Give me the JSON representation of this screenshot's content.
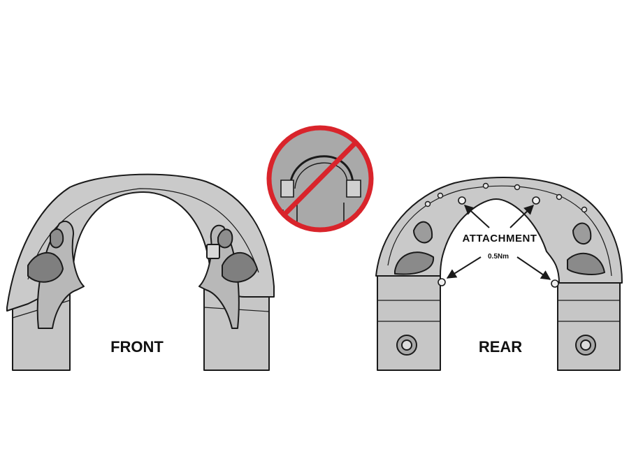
{
  "labels": {
    "front": "FRONT",
    "rear": "REAR",
    "attachment": "ATTACHMENT",
    "torque": "0.5Nm"
  },
  "colors": {
    "part_fill": "#c9c9c9",
    "part_dark": "#9e9e9e",
    "outline": "#1a1a1a",
    "prohibition_red": "#d9242b",
    "inset_bg": "#a9a9a9"
  }
}
